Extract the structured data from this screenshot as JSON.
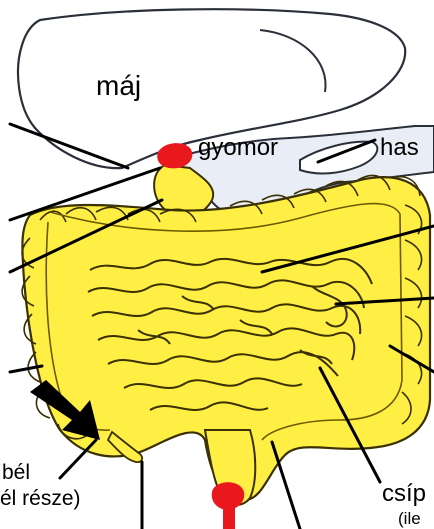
{
  "labels": {
    "liver": "máj",
    "stomach": "gyomor",
    "pancreas_partial": "has",
    "appendix_partial_1": "bél",
    "appendix_partial_2": "él része)",
    "ileum_partial_1": "csíp",
    "ileum_partial_2": "(ile"
  },
  "colors": {
    "organ_fill": "#ffef45",
    "organ_outline": "#3a3000",
    "liver_fill": "#ffffff",
    "liver_outline": "#2a2f3a",
    "stomach_fill": "#e9eef6",
    "sphincter": "#e8181c",
    "leader_line": "#000000",
    "arrow": "#000000"
  }
}
